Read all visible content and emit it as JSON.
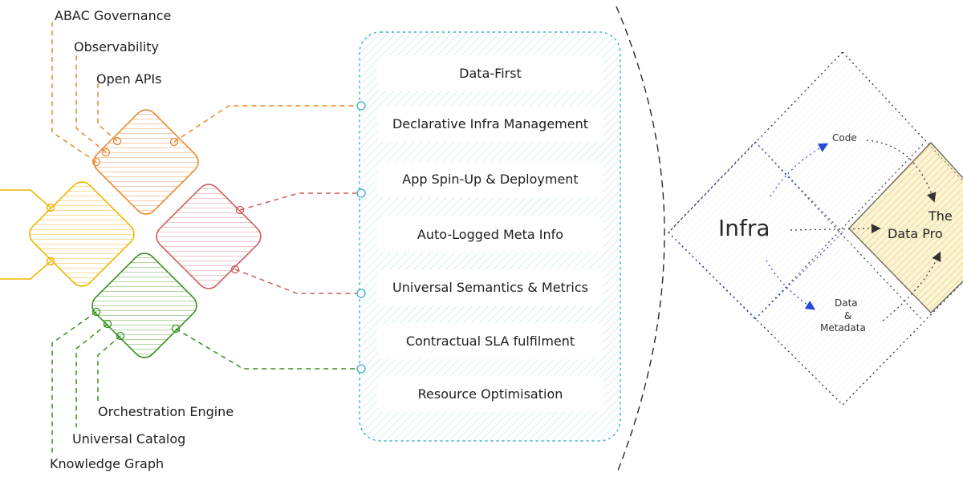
{
  "left_labels": {
    "top": [
      "ABAC Governance",
      "Observability",
      "Open APIs"
    ],
    "bottom": [
      "Orchestration Engine",
      "Universal Catalog",
      "Knowledge Graph"
    ]
  },
  "capabilities": [
    "Data-First",
    "Declarative Infra Management",
    "App Spin-Up & Deployment",
    "Auto-Logged Meta Info",
    "Universal Semantics & Metrics",
    "Contractual SLA fulfilment",
    "Resource Optimisation"
  ],
  "right_diagram": {
    "infra": "Infra",
    "code": "Code",
    "data_metadata": [
      "Data",
      "&",
      "Metadata"
    ],
    "product_lines": [
      "The",
      "Data Pro"
    ]
  },
  "colors": {
    "orange": "#e8892c",
    "yellow": "#f0b400",
    "red": "#cf5c5c",
    "green": "#3a8f1e",
    "teal": "#3aaec6",
    "product_fill": "#f7df8a",
    "arrow_blue": "#2747d8"
  }
}
